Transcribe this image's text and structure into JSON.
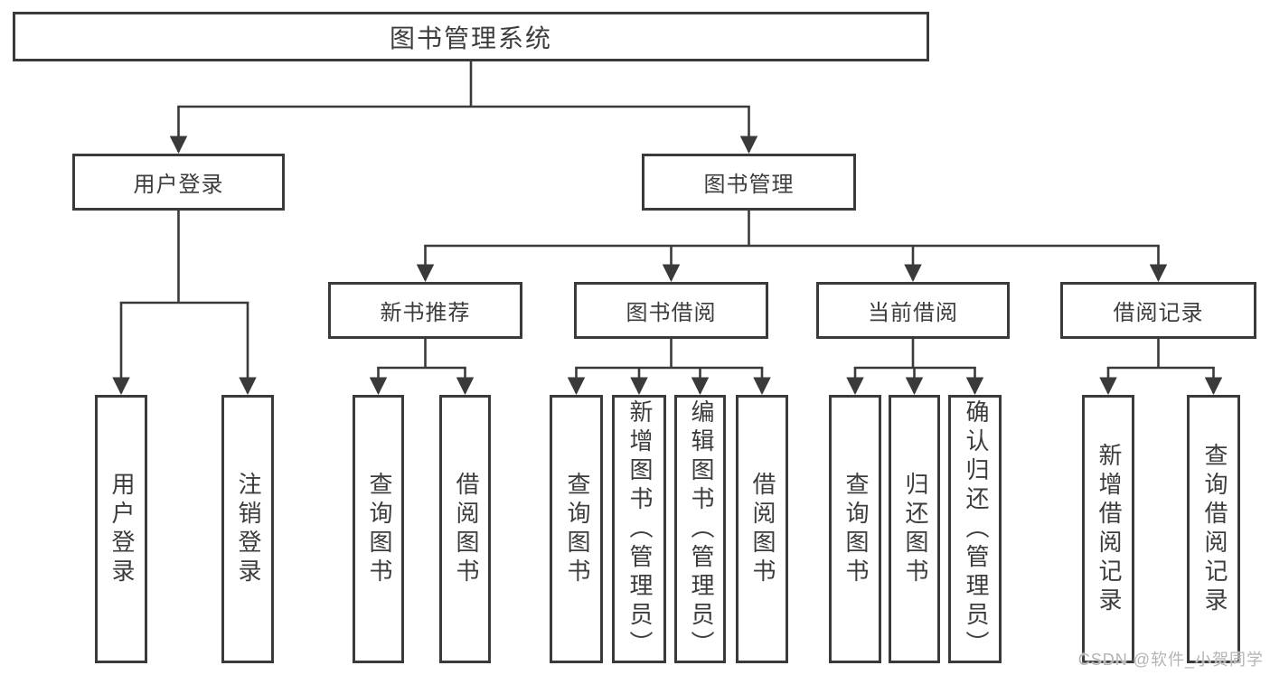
{
  "tree": {
    "label": "图书管理系统",
    "children": [
      {
        "label": "用户登录",
        "children": [
          {
            "label": "用户登录"
          },
          {
            "label": "注销登录"
          }
        ]
      },
      {
        "label": "图书管理",
        "children": [
          {
            "label": "新书推荐",
            "children": [
              {
                "label": "查询图书"
              },
              {
                "label": "借阅图书"
              }
            ]
          },
          {
            "label": "图书借阅",
            "children": [
              {
                "label": "查询图书"
              },
              {
                "label": "新增图书（管理员）"
              },
              {
                "label": "编辑图书（管理员）"
              },
              {
                "label": "借阅图书"
              }
            ]
          },
          {
            "label": "当前借阅",
            "children": [
              {
                "label": "查询图书"
              },
              {
                "label": "归还图书"
              },
              {
                "label": "确认归还（管理员）"
              }
            ]
          },
          {
            "label": "借阅记录",
            "children": [
              {
                "label": "新增借阅记录"
              },
              {
                "label": "查询借阅记录"
              }
            ]
          }
        ]
      }
    ]
  },
  "watermark": {
    "text": "CSDN @软件_小贺同学"
  },
  "colors": {
    "background": "#ffffff",
    "box_border": "#3a3a3a",
    "box_fill": "#ffffff",
    "text": "#3c3c3c",
    "connector": "#3a3a3a",
    "watermark": "#b4b4b4"
  }
}
